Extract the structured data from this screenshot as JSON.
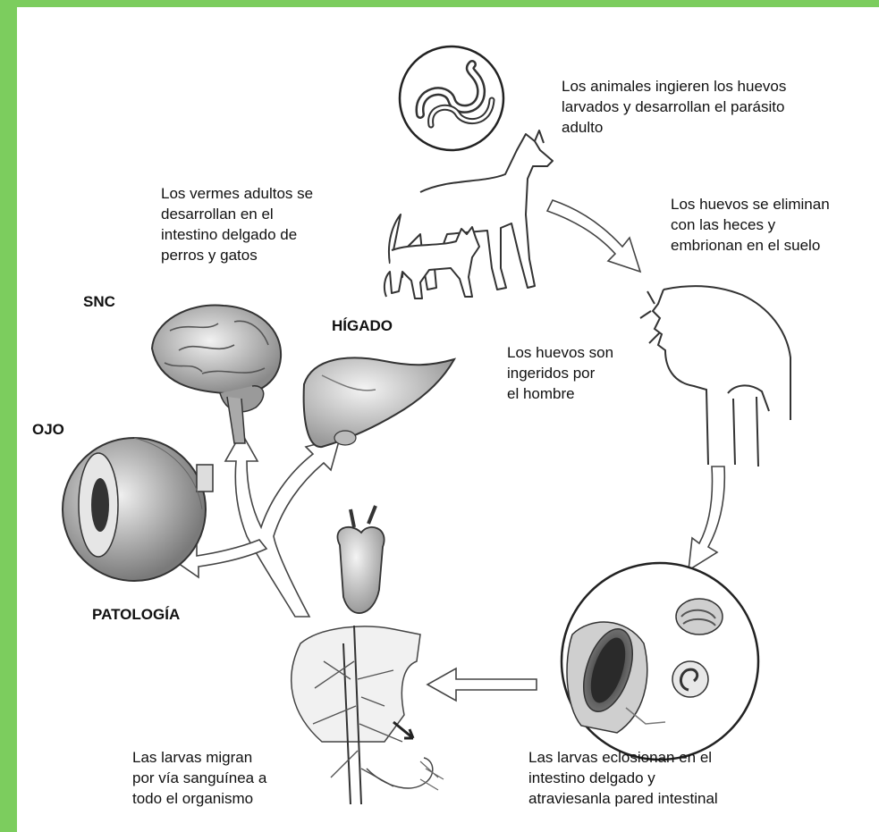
{
  "colors": {
    "border": "#7ccd5e",
    "panel": "#ffffff",
    "ink": "#222222",
    "fill": "#d9d9d9"
  },
  "labels": {
    "snc": "SNC",
    "higado": "HÍGADO",
    "ojo": "OJO",
    "patologia": "PATOLOGÍA"
  },
  "steps": {
    "animals": "Los animales ingieren los huevos\nlarvados y desarrollan el parásito\nadulto",
    "eggs_out": "Los huevos se eliminan\ncon las heces y\nembrionan en el suelo",
    "adults": "Los vermes adultos se\ndesarrollan en el\nintestino delgado de\nperros y gatos",
    "ingested": "Los huevos son\ningeridos por\nel hombre",
    "hatch": "Las larvas eclosionan en el\nintestino delgado y\natraviesanla pared intestinal",
    "migrate": "Las larvas migran\npor vía sanguínea a\ntodo el organismo"
  }
}
